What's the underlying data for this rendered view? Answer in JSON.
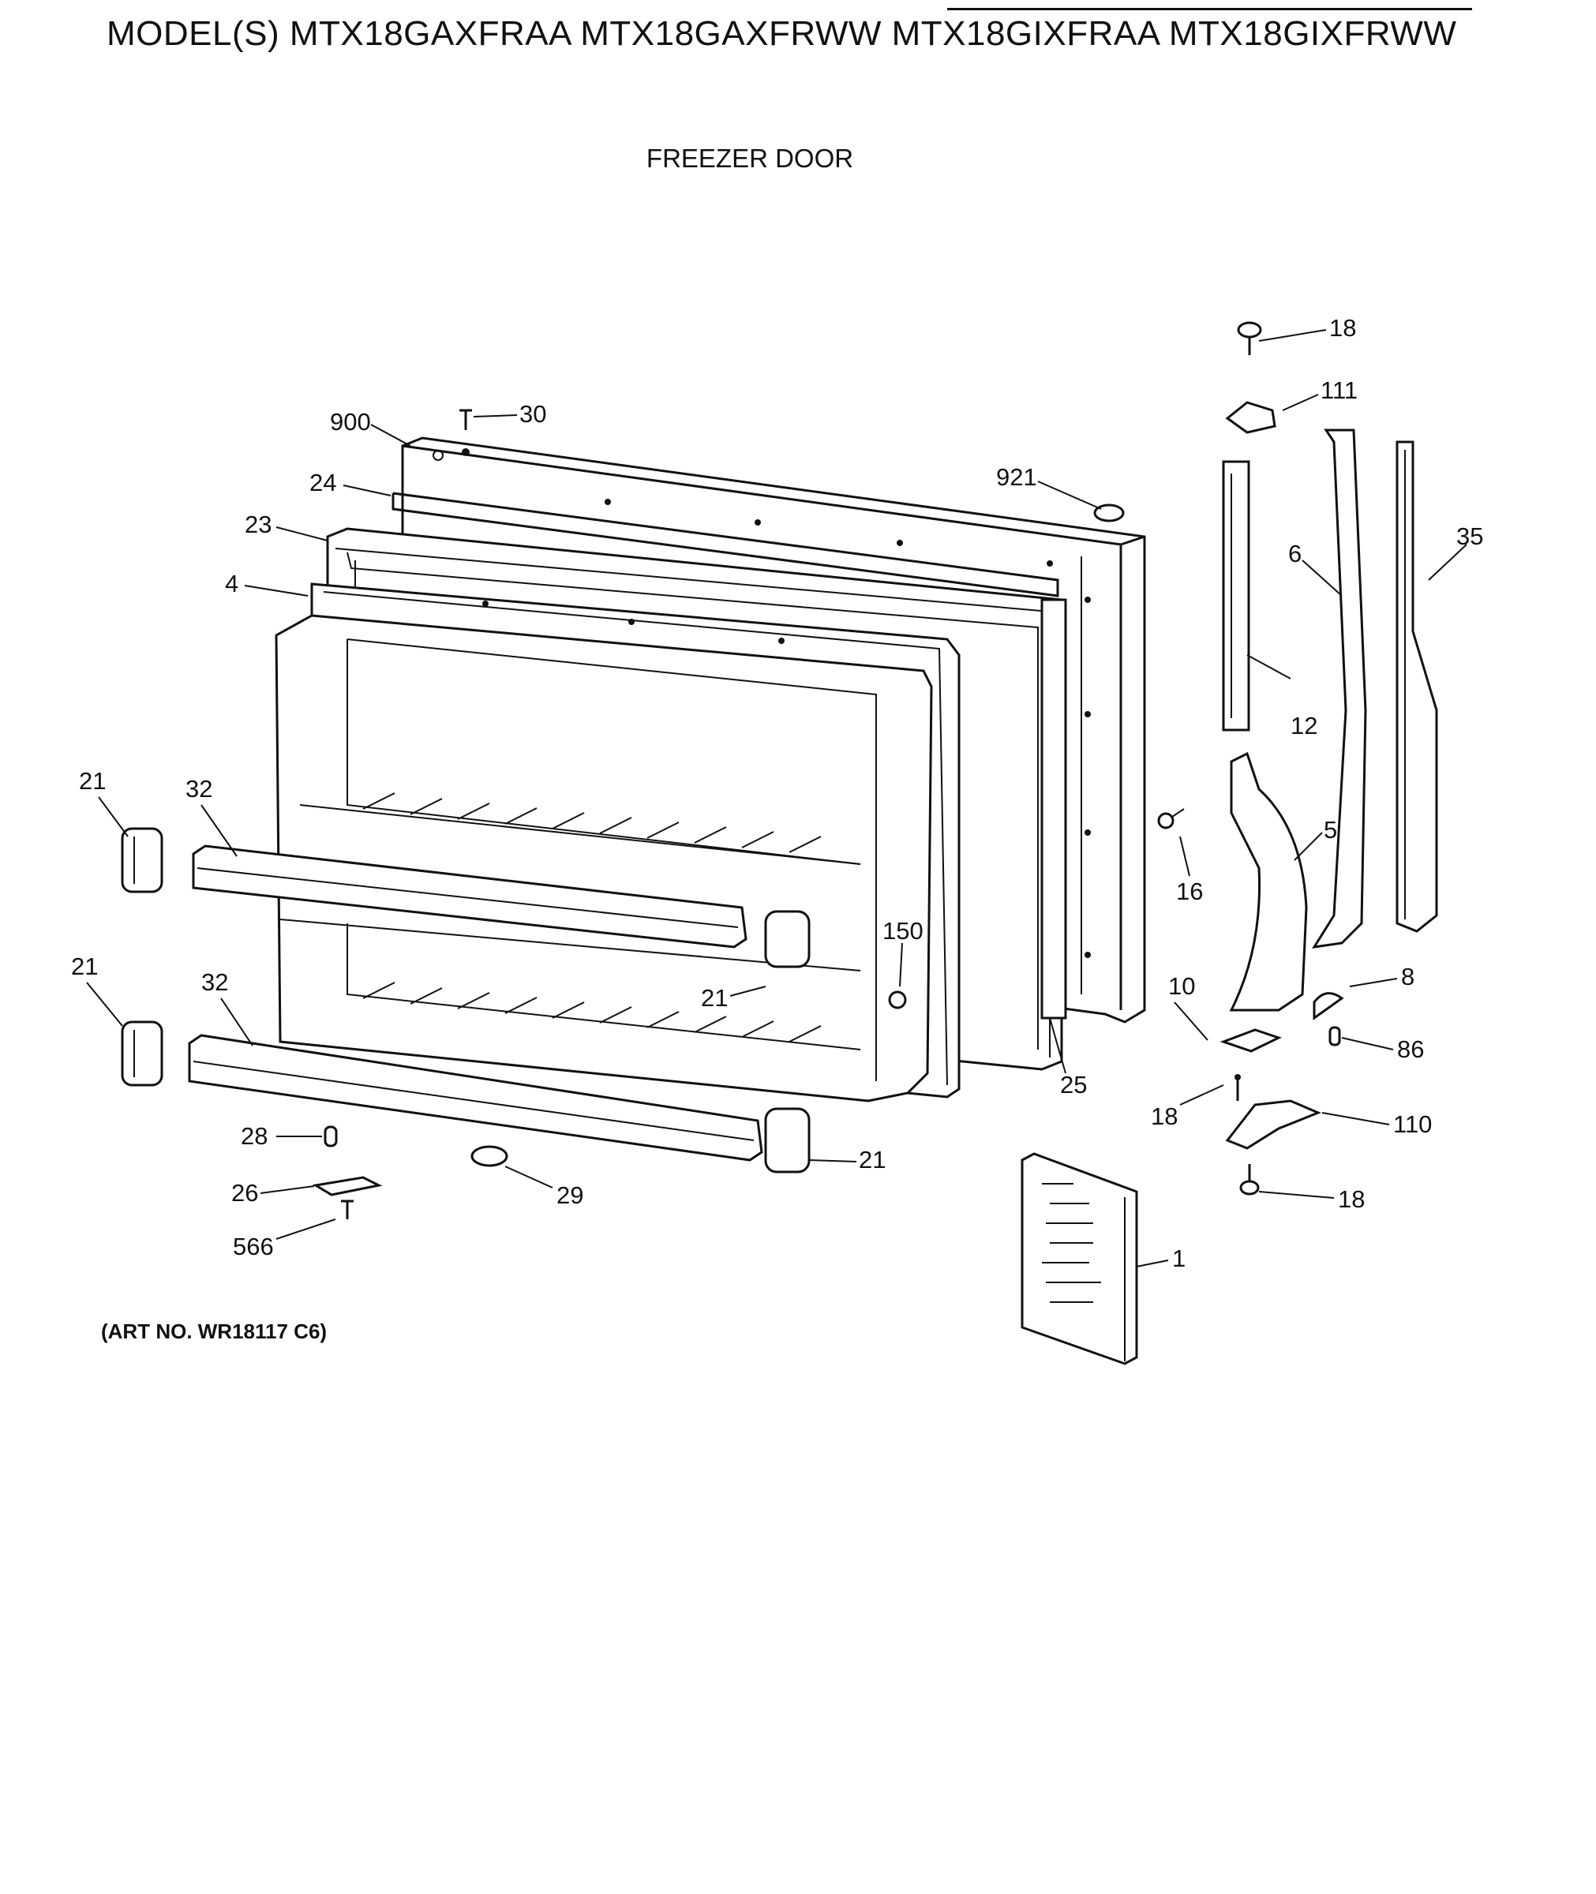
{
  "header": {
    "models_line": "MODEL(S) MTX18GAXFRAA  MTX18GAXFRWW  MTX18GIXFRAA  MTX18GIXFRWW",
    "section_title": "FREEZER DOOR"
  },
  "footer": {
    "art_number": "(ART NO. WR18117 C6)"
  },
  "callouts": {
    "c18_top": "18",
    "c111": "111",
    "c30": "30",
    "c900": "900",
    "c921": "921",
    "c24": "24",
    "c23": "23",
    "c4": "4",
    "c6": "6",
    "c35": "35",
    "c12": "12",
    "c21_a": "21",
    "c32_a": "32",
    "c5": "5",
    "c16": "16",
    "c150": "150",
    "c21_b": "21",
    "c21_c": "21",
    "c32_b": "32",
    "c10": "10",
    "c8": "8",
    "c86": "86",
    "c25": "25",
    "c18_mid": "18",
    "c110": "110",
    "c28": "28",
    "c21_d": "21",
    "c26": "26",
    "c29": "29",
    "c18_bot": "18",
    "c566": "566",
    "c1": "1"
  }
}
